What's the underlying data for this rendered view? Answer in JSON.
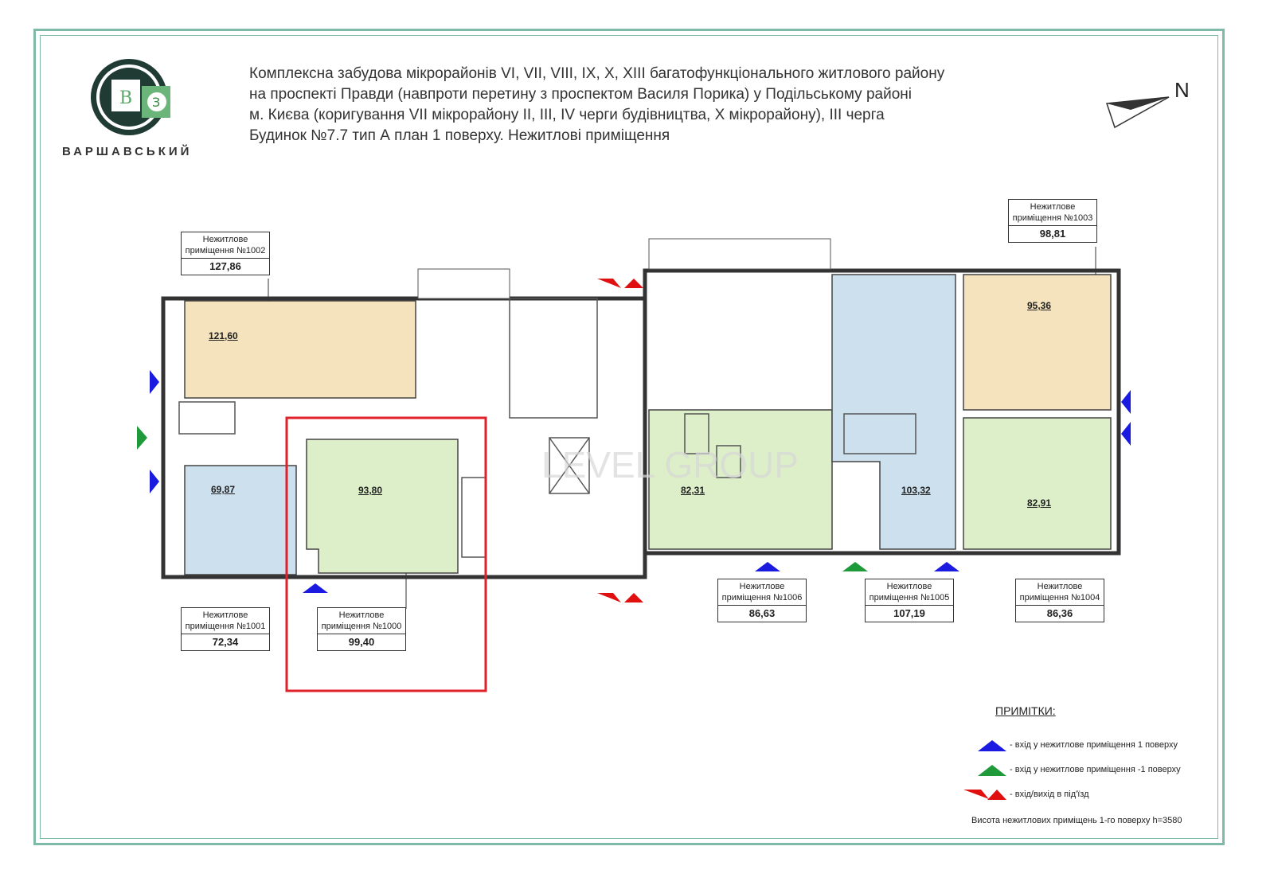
{
  "header": {
    "brand": "ВАРШАВСЬКИЙ",
    "logo_letters": "ВЗ",
    "title_lines": [
      "Комплексна забудова мікрорайонів VI, VII, VIII, IX, X, XIII багатофункціонального житлового району",
      "на проспекті Правди (навпроти перетину з проспектом Василя Порика) у Подільському районі",
      "м. Києва (коригування VII мікрорайону  II, III, IV черги будівництва, X мікрорайону), III черга",
      "Будинок №7.7  тип А  план 1 поверху. Нежитлові приміщення"
    ],
    "north_label": "N"
  },
  "premises": [
    {
      "title": "Нежитлове приміщення №1002",
      "total": "127,86",
      "room_area": "121,60"
    },
    {
      "title": "Нежитлове приміщення №1001",
      "total": "72,34",
      "room_area": "69,87"
    },
    {
      "title": "Нежитлове приміщення №1000",
      "total": "99,40",
      "room_area": "93,80"
    },
    {
      "title": "Нежитлове приміщення №1006",
      "total": "86,63",
      "room_area": "82,31"
    },
    {
      "title": "Нежитлове приміщення №1005",
      "total": "107,19",
      "room_area": "103,32"
    },
    {
      "title": "Нежитлове приміщення №1004",
      "total": "86,36",
      "room_area": "82,91"
    },
    {
      "title": "Нежитлове приміщення №1003",
      "total": "98,81",
      "room_area": "95,36"
    }
  ],
  "watermark": "LEVEL GROUP",
  "notes": {
    "heading": "ПРИМІТКИ:",
    "items": [
      {
        "text": "- вхід у нежитлове приміщення 1 поверху",
        "color": "#1a1ae0"
      },
      {
        "text": "- вхід у нежитлове приміщення -1 поверху",
        "color": "#1f9a3a"
      },
      {
        "text": "- вхід/вихід в під'їзд",
        "color": "#e01010"
      }
    ],
    "height_note": "Висота нежитлових приміщень 1-го поверху h=3580"
  },
  "colors": {
    "frame": "#7fb9a8",
    "beige": "#f5e3bd",
    "blue": "#cde0ee",
    "green": "#dcefc8",
    "highlight": "#e0202a"
  }
}
